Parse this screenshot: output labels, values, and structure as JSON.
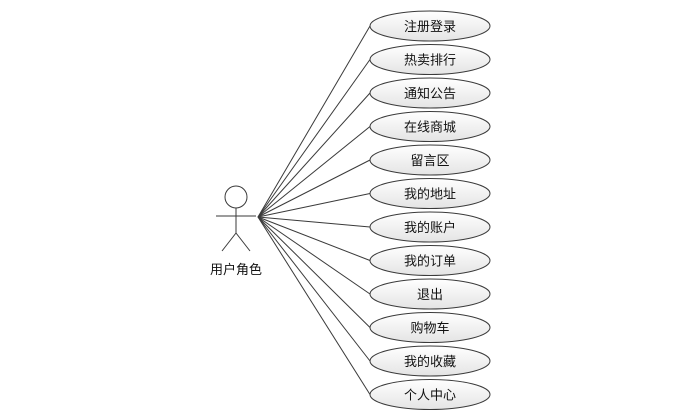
{
  "actor": {
    "label": "用户角色"
  },
  "use_cases": [
    {
      "label": "注册登录"
    },
    {
      "label": "热卖排行"
    },
    {
      "label": "通知公告"
    },
    {
      "label": "在线商城"
    },
    {
      "label": "留言区"
    },
    {
      "label": "我的地址"
    },
    {
      "label": "我的账户"
    },
    {
      "label": "我的订单"
    },
    {
      "label": "退出"
    },
    {
      "label": "购物车"
    },
    {
      "label": "我的收藏"
    },
    {
      "label": "个人中心"
    }
  ],
  "colors": {
    "ellipse_fill_top": "#ffffff",
    "ellipse_fill_bottom": "#e6e6e6",
    "line": "#3a3a3a",
    "text": "#111111"
  }
}
